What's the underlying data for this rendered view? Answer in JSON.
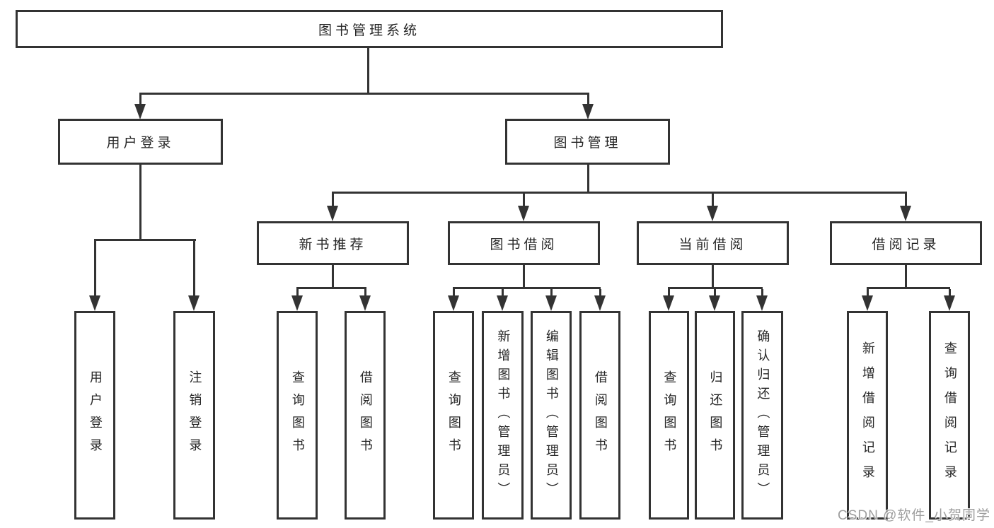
{
  "diagram": {
    "type": "hierarchy-tree",
    "line_color": "#333333",
    "text_color": "#262626",
    "background": "#ffffff",
    "nodes": {
      "root": {
        "label": "图书管理系统"
      },
      "user_login": {
        "label": "用户登录"
      },
      "book_management": {
        "label": "图书管理"
      },
      "user_login_action": {
        "label": "用户登录"
      },
      "logout_action": {
        "label": "注销登录"
      },
      "new_book_recommendation": {
        "label": "新书推荐"
      },
      "book_borrowing": {
        "label": "图书借阅"
      },
      "current_borrowing": {
        "label": "当前借阅"
      },
      "borrowing_records": {
        "label": "借阅记录"
      },
      "recommend_query_books": {
        "label": "查询图书"
      },
      "recommend_borrow_books": {
        "label": "借阅图书"
      },
      "borrowing_query_books": {
        "label": "查询图书"
      },
      "borrowing_add_books_admin": {
        "label": "新增图书（管理员）"
      },
      "borrowing_edit_books_admin": {
        "label": "编辑图书（管理员）"
      },
      "borrowing_borrow_books": {
        "label": "借阅图书"
      },
      "current_query_books": {
        "label": "查询图书"
      },
      "current_return_books": {
        "label": "归还图书"
      },
      "current_confirm_return_admin": {
        "label": "确认归还（管理员）"
      },
      "records_add_record": {
        "label": "新增借阅记录"
      },
      "records_query_record": {
        "label": "查询借阅记录"
      }
    },
    "watermark": {
      "text": "CSDN @软件_小贺同学",
      "color": "#9e9e9e"
    }
  }
}
